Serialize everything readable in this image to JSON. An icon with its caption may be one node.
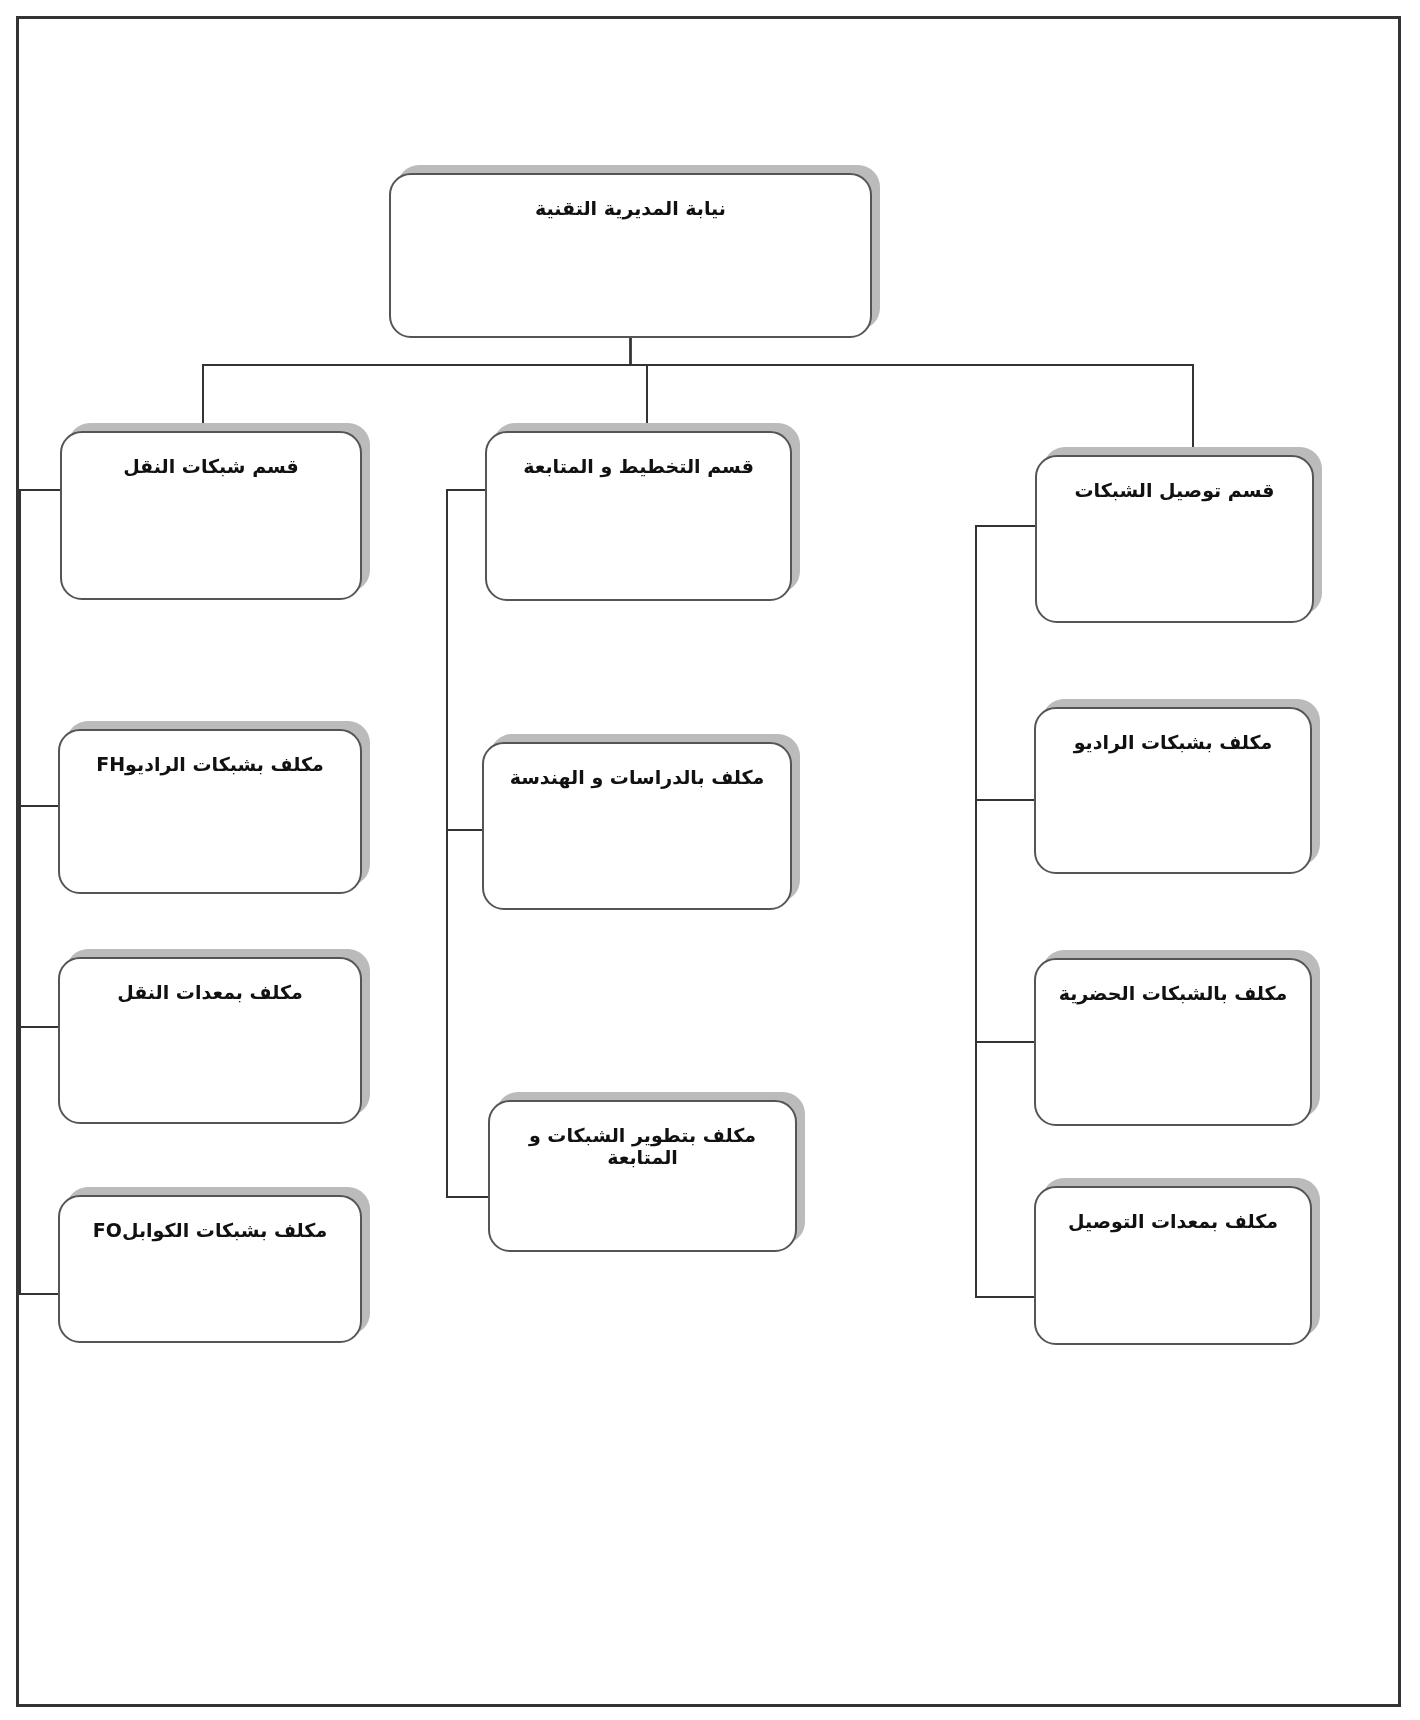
{
  "diagram": {
    "nodes": [
      {
        "text": [
          "نيابة المديرية التقنية"
        ]
      },
      {
        "text": [
          "قسم شبكات النقل"
        ]
      },
      {
        "text": [
          "قسم التخطيط و المتابعة"
        ]
      },
      {
        "text": [
          "قسم توصيل الشبكات"
        ]
      },
      {
        "text": [
          "FHمكلف بشبكات الراديو"
        ]
      },
      {
        "text": [
          "مكلف بمعدات النقل"
        ]
      },
      {
        "text": [
          "FOمكلف بشبكات الكوابل"
        ]
      },
      {
        "text": [
          "مكلف بالدراسات و الهندسة"
        ]
      },
      {
        "text": [
          "مكلف بتطوير الشبكات و المتابعة"
        ]
      },
      {
        "text": [
          "مكلف بشبكات الراديو"
        ]
      },
      {
        "text": [
          "مكلف بالشبكات الحضرية"
        ]
      },
      {
        "text": [
          "مكلف بمعدات التوصيل"
        ]
      }
    ],
    "edges": [
      {
        "from": 0,
        "to": 1,
        "arrow": "none"
      },
      {
        "from": 0,
        "to": 2,
        "arrow": "none"
      },
      {
        "from": 0,
        "to": 3,
        "arrow": "none"
      },
      {
        "from": 1,
        "to": 4,
        "arrow": "none"
      },
      {
        "from": 1,
        "to": 5,
        "arrow": "none"
      },
      {
        "from": 1,
        "to": 6,
        "arrow": "none"
      },
      {
        "from": 2,
        "to": 7,
        "arrow": "none"
      },
      {
        "from": 2,
        "to": 8,
        "arrow": "none"
      },
      {
        "from": 3,
        "to": 9,
        "arrow": "none"
      },
      {
        "from": 3,
        "to": 10,
        "arrow": "none"
      },
      {
        "from": 3,
        "to": 11,
        "arrow": "none"
      }
    ]
  }
}
